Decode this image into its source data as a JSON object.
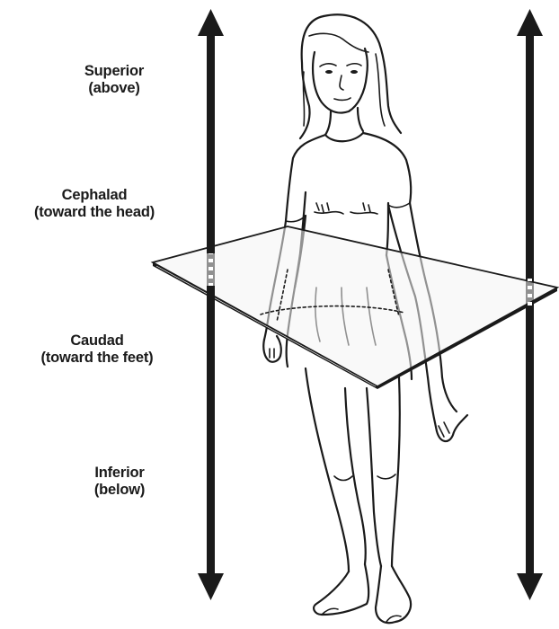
{
  "labels": {
    "superior": {
      "line1": "Superior",
      "line2": "(above)"
    },
    "cephalad": {
      "line1": "Cephalad",
      "line2": "(toward the head)"
    },
    "caudad": {
      "line1": "Caudad",
      "line2": "(toward the feet)"
    },
    "inferior": {
      "line1": "Inferior",
      "line2": "(below)"
    }
  },
  "colors": {
    "ink": "#1a1a1a",
    "plane": "#f4f4f4",
    "background": "#ffffff"
  },
  "icons": {
    "left_axis": "double-headed-arrow",
    "right_axis": "double-headed-arrow"
  }
}
